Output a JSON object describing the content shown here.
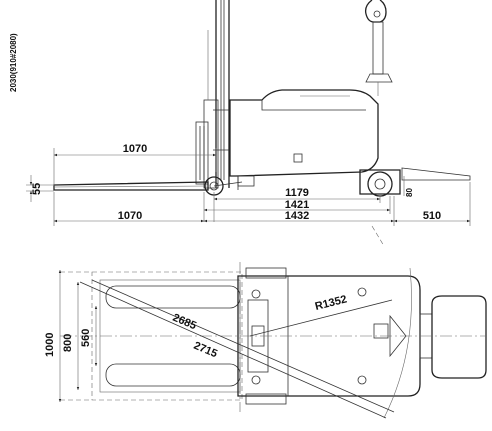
{
  "side_view": {
    "mast_height_note": "2030(910#2080)",
    "fork_reach_label": "1070",
    "fork_height_label": "55",
    "length_1179_label": "1179",
    "length_1421_label": "1421",
    "length_1432_label": "1432",
    "fork_length_label": "1070",
    "tiller_length_label": "510",
    "ground_clearance_label": "80"
  },
  "top_view": {
    "turn_radius_label": "R1352",
    "diag_inner_label": "2685",
    "diag_outer_label": "2715",
    "overall_width_label": "1000",
    "fork_outer_width_label": "800",
    "fork_inner_width_label": "560"
  }
}
